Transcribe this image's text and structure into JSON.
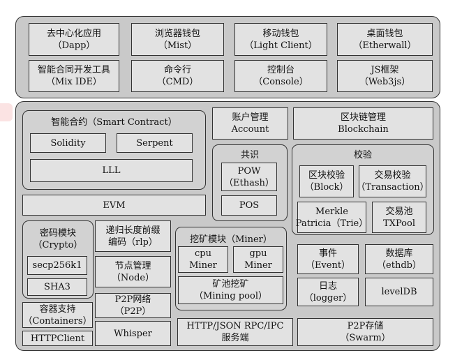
{
  "top_layer": {
    "dapp": {
      "cn": "去中心化应用",
      "en": "（Dapp）"
    },
    "mist": {
      "cn": "浏览器钱包",
      "en": "（Mist）"
    },
    "light_client": {
      "cn": "移动钱包",
      "en": "（Light Client）"
    },
    "etherwall": {
      "cn": "桌面钱包",
      "en": "（Etherwall）"
    },
    "mix_ide": {
      "cn": "智能合同开发工具",
      "en": "（Mix IDE）"
    },
    "cmd": {
      "cn": "命令行",
      "en": "（CMD）"
    },
    "console": {
      "cn": "控制台",
      "en": "（Console）"
    },
    "web3js": {
      "cn": "JS框架",
      "en": "（Web3js）"
    }
  },
  "core_layer": {
    "smart_contract": {
      "title": "智能合约（Smart Contract）",
      "solidity": "Solidity",
      "serpent": "Serpent",
      "lll": "LLL"
    },
    "account": {
      "cn": "账户管理",
      "en": "Account"
    },
    "blockchain": {
      "cn": "区块链管理",
      "en": "Blockchain"
    },
    "consensus": {
      "title": "共识",
      "pow": {
        "line1": "POW",
        "line2": "（Ethash）"
      },
      "pos": "POS"
    },
    "verification": {
      "title": "校验",
      "block": {
        "cn": "区块校验",
        "en": "（Block）"
      },
      "transaction": {
        "cn": "交易校验",
        "en": "（Transaction）"
      },
      "merkle": {
        "line1": "Merkle",
        "line2": "Patricia（Trie）"
      },
      "txpool": {
        "cn": "交易池",
        "en": "TXPool"
      }
    },
    "evm": "EVM",
    "crypto": {
      "title_cn": "密码模块",
      "title_en": "（Crypto）",
      "secp": "secp256k1",
      "sha3": "SHA3"
    },
    "rlp": {
      "line1": "递归长度前缀",
      "line2": "编码（rlp）"
    },
    "node": {
      "cn": "节点管理",
      "en": "（Node）"
    },
    "miner": {
      "title": "挖矿模块（Miner）",
      "cpu": {
        "line1": "cpu",
        "line2": "Miner"
      },
      "gpu": {
        "line1": "gpu",
        "line2": "Miner"
      },
      "pool": {
        "cn": "矿池挖矿",
        "en": "（Mining pool）"
      }
    },
    "event": {
      "cn": "事件",
      "en": "（Event）"
    },
    "ethdb": {
      "cn": "数据库",
      "en": "（ethdb）"
    },
    "logger": {
      "cn": "日志",
      "en": "（logger）"
    },
    "leveldb": "levelDB",
    "containers": {
      "cn": "容器支持",
      "en": "（Containers）"
    },
    "p2p": {
      "cn": "P2P网络",
      "en": "（P2P）"
    },
    "httpclient": "HTTPClient",
    "whisper": "Whisper",
    "rpc": {
      "line1": "HTTP/JSON RPC/IPC",
      "line2": "服务端"
    },
    "swarm": {
      "cn": "P2P存储",
      "en": "（Swarm）"
    }
  }
}
